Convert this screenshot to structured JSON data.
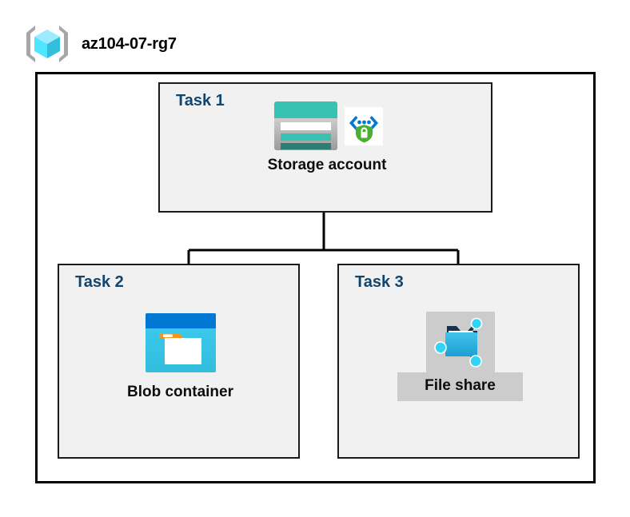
{
  "diagram": {
    "resource_group": {
      "name": "az104-07-rg7",
      "icon": "resource-group-cube-icon"
    },
    "tasks": [
      {
        "id": "task-1",
        "label": "Task 1",
        "node_caption": "Storage account",
        "icons": [
          "storage-account-icon",
          "storage-encryption-shield-icon"
        ],
        "highlighted": false
      },
      {
        "id": "task-2",
        "label": "Task 2",
        "node_caption": "Blob container",
        "icons": [
          "blob-container-icon"
        ],
        "highlighted": false
      },
      {
        "id": "task-3",
        "label": "Task 3",
        "node_caption": "File share",
        "icons": [
          "file-share-icon"
        ],
        "highlighted": true
      }
    ],
    "connections": [
      {
        "from": "Storage account",
        "to": "Blob container"
      },
      {
        "from": "Storage account",
        "to": "File share"
      }
    ],
    "colors": {
      "task_label": "#10456F",
      "task_box_fill": "#F1F1F1",
      "boundary_stroke": "#000000",
      "highlight_fill": "#CCCCCC",
      "storage_teal": "#37C2B1",
      "storage_teal_dark": "#2B7E73",
      "blob_blue": "#0078D4",
      "blob_cyan": "#32BEDD",
      "blob_orange": "#F7941E",
      "shield_green": "#4CAF2F",
      "cube_cyan": "#50E6FF"
    }
  }
}
